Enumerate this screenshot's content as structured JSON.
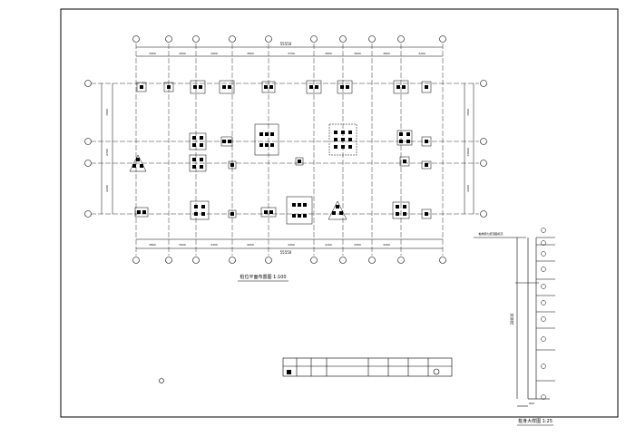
{
  "drawing": {
    "plan_title": "桩位平面布置图 1:100",
    "detail_title": "桩身大样图 1:25",
    "overall_dim_top": "55550",
    "overall_dim_bottom": "55550",
    "top_spans": [
      "3900",
      "3900",
      "3900",
      "3600",
      "3700",
      "3600",
      "3600",
      "3600",
      "3200"
    ],
    "bottom_spans": [
      "3800",
      "3900",
      "4300",
      "4000",
      "4300",
      "4100",
      "4300",
      "3200"
    ],
    "left_dims": [
      "7000",
      "2700",
      "4200"
    ],
    "right_dims": [
      "7000",
      "13900",
      "4200"
    ],
    "detail_height": "28000",
    "detail_width": "600",
    "detail_note": "桩端持力层顶面标高"
  },
  "colors": {
    "line": "#000000",
    "paper": "#ffffff"
  }
}
